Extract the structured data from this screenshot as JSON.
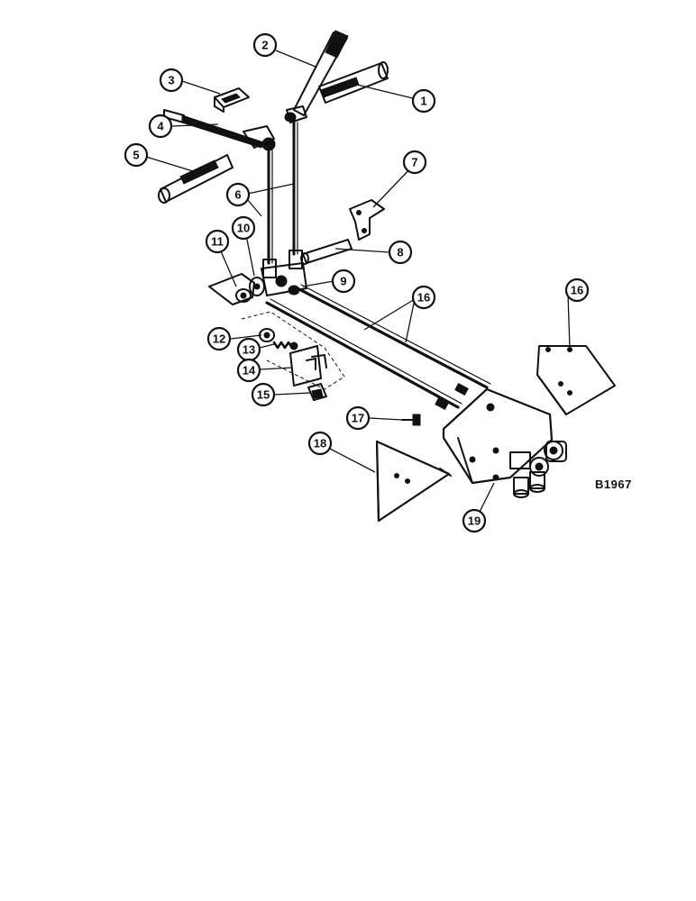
{
  "figure": {
    "reference_code": "B1967",
    "callouts": [
      {
        "id": "c1",
        "label": "1"
      },
      {
        "id": "c2",
        "label": "2"
      },
      {
        "id": "c3",
        "label": "3"
      },
      {
        "id": "c4",
        "label": "4"
      },
      {
        "id": "c5",
        "label": "5"
      },
      {
        "id": "c6",
        "label": "6"
      },
      {
        "id": "c7",
        "label": "7"
      },
      {
        "id": "c8",
        "label": "8"
      },
      {
        "id": "c9",
        "label": "9"
      },
      {
        "id": "c10",
        "label": "10"
      },
      {
        "id": "c11",
        "label": "11"
      },
      {
        "id": "c12",
        "label": "12"
      },
      {
        "id": "c13",
        "label": "13"
      },
      {
        "id": "c14",
        "label": "14"
      },
      {
        "id": "c15",
        "label": "15"
      },
      {
        "id": "c16a",
        "label": "16"
      },
      {
        "id": "c16b",
        "label": "16"
      },
      {
        "id": "c17",
        "label": "17"
      },
      {
        "id": "c18",
        "label": "18"
      },
      {
        "id": "c19",
        "label": "19"
      }
    ]
  }
}
